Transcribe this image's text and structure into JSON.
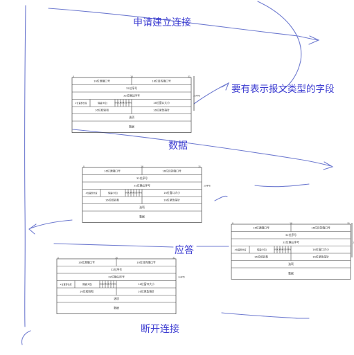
{
  "annotations": {
    "request_connection": "申请建立连接",
    "need_type_field": "要有表示报文类型的字段",
    "data": "数据",
    "reply": "应答",
    "disconnect": "断开连接"
  },
  "header_diagram": {
    "bit_marks": [
      "0",
      "16",
      "31"
    ],
    "fields": {
      "src_port": "16位源端口号",
      "dst_port": "16位目的端口号",
      "seq": "32位序号",
      "ack": "32位确认序号",
      "hdr_len": "4位首部长度",
      "reserved": "保留(6位)",
      "flags": [
        "URG",
        "ACK",
        "PSH",
        "RST",
        "SYN",
        "FIN"
      ],
      "window": "16位窗口大小",
      "checksum": "16位校验和",
      "urgent": "16位紧急指针",
      "options": "选项",
      "data": "数据"
    },
    "side_label": "20字节"
  },
  "colors": {
    "ink": "#3b3bd1",
    "pen": "#6470c8",
    "table_line": "#444444"
  }
}
